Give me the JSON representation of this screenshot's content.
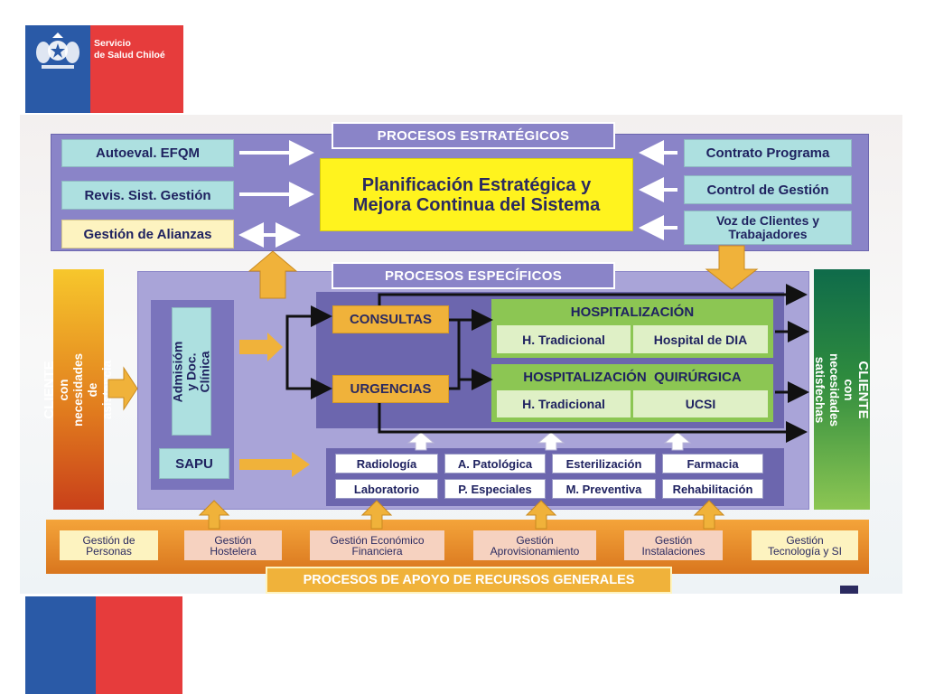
{
  "org": {
    "name_line1": "Servicio",
    "name_line2": "de Salud Chiloé"
  },
  "strategic": {
    "header": "PROCESOS ESTRATÉGICOS",
    "center": "Planificación Estratégica y Mejora Continua del Sistema",
    "left_items": [
      "Autoeval. EFQM",
      "Revis. Sist. Gestión",
      "Gestión de Alianzas"
    ],
    "right_items": [
      "Contrato Programa",
      "Control de Gestión",
      "Voz de Clientes y Trabajadores"
    ]
  },
  "specific": {
    "header": "PROCESOS ESPECÍFICOS",
    "admission": "Admisióm y Doc. Clínica",
    "sapu": "SAPU",
    "consultas": "CONSULTAS",
    "urgencias": "URGENCIAS",
    "hospitalization": {
      "title": "HOSPITALIZACIÓN",
      "cells": [
        "H. Tradicional",
        "Hospital de DIA"
      ]
    },
    "surgical": {
      "title": "HOSPITALIZACIÓN  QUIRÚRGICA",
      "cells": [
        "H. Tradicional",
        "UCSI"
      ]
    },
    "services_row1": [
      "Radiología",
      "A. Patológica",
      "Esterilización",
      "Farmacia"
    ],
    "services_row2": [
      "Laboratorio",
      "P. Especiales",
      "M. Preventiva",
      "Rehabilitación"
    ]
  },
  "client_left": {
    "line1": "CLIENTE",
    "line2": "con necesidades de asistencia"
  },
  "client_right": {
    "line1": "CLIENTE",
    "line2": "con necesidades satisfechas"
  },
  "support": {
    "footer": "PROCESOS DE APOYO DE RECURSOS GENERALES",
    "items": [
      {
        "line1": "Gestión de",
        "line2": "Personas"
      },
      {
        "line1": "Gestión",
        "line2": "Hostelera"
      },
      {
        "line1": "Gestión Económico",
        "line2": "Financiera"
      },
      {
        "line1": "Gestión",
        "line2": "Aprovisionamiento"
      },
      {
        "line1": "Gestión",
        "line2": "Instalaciones"
      },
      {
        "line1": "Gestión",
        "line2": "Tecnología y SI"
      }
    ]
  },
  "colors": {
    "flag_blue": "#2a5aa7",
    "flag_red": "#e63c3c",
    "lavender": "#8a84c8",
    "orange": "#f0b23a",
    "green": "#8cc653"
  }
}
